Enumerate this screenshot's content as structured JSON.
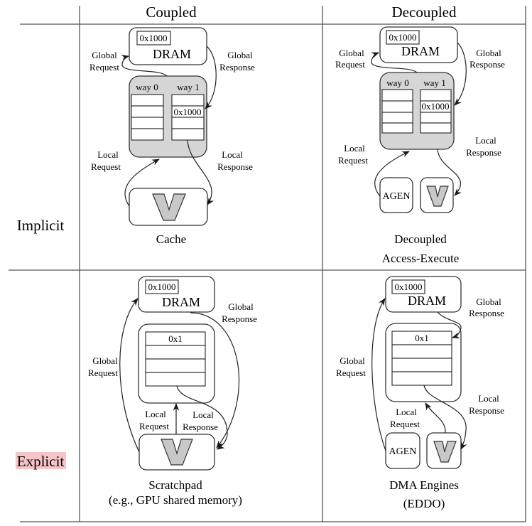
{
  "columns": [
    "Coupled",
    "Decoupled"
  ],
  "rows": [
    "Implicit",
    "Explicit"
  ],
  "highlight_color": "#f7c5c9",
  "cells": {
    "implicit_coupled": {
      "caption": [
        "Cache"
      ],
      "dram": {
        "label": "DRAM",
        "address": "0x1000"
      },
      "cache": {
        "ways": [
          "way 0",
          "way 1"
        ],
        "entry": "0x1000"
      },
      "labels": {
        "global_request": [
          "Global",
          "Request"
        ],
        "global_response": [
          "Global",
          "Response"
        ],
        "local_request": [
          "Local",
          "Request"
        ],
        "local_response": [
          "Local",
          "Response"
        ]
      },
      "units": [
        "V"
      ]
    },
    "implicit_decoupled": {
      "caption": [
        "Decoupled",
        "Access-Execute"
      ],
      "dram": {
        "label": "DRAM",
        "address": "0x1000"
      },
      "cache": {
        "ways": [
          "way 0",
          "way 1"
        ],
        "entry": "0x1000"
      },
      "labels": {
        "global_request": [
          "Global",
          "Request"
        ],
        "global_response": [
          "Global",
          "Response"
        ],
        "local_request": [
          "Local",
          "Request"
        ],
        "local_response": [
          "Local",
          "Response"
        ]
      },
      "units": [
        "AGEN",
        "V"
      ]
    },
    "explicit_coupled": {
      "caption": [
        "Scratchpad",
        "(e.g., GPU shared memory)"
      ],
      "dram": {
        "label": "DRAM",
        "address": "0x1000"
      },
      "scratchpad": {
        "entry": "0x1"
      },
      "labels": {
        "global_request": [
          "Global",
          "Request"
        ],
        "global_response": [
          "Global",
          "Response"
        ],
        "local_request": [
          "Local",
          "Request"
        ],
        "local_response": [
          "Local",
          "Response"
        ]
      },
      "units": [
        "V"
      ]
    },
    "explicit_decoupled": {
      "caption": [
        "DMA Engines",
        "(EDDO)"
      ],
      "dram": {
        "label": "DRAM",
        "address": "0x1000"
      },
      "scratchpad": {
        "entry": "0x1"
      },
      "labels": {
        "global_request": [
          "Global",
          "Request"
        ],
        "global_response": [
          "Global",
          "Response"
        ],
        "local_request": [
          "Local",
          "Request"
        ],
        "local_response": [
          "Local",
          "Response"
        ]
      },
      "units": [
        "AGEN",
        "V"
      ]
    }
  }
}
